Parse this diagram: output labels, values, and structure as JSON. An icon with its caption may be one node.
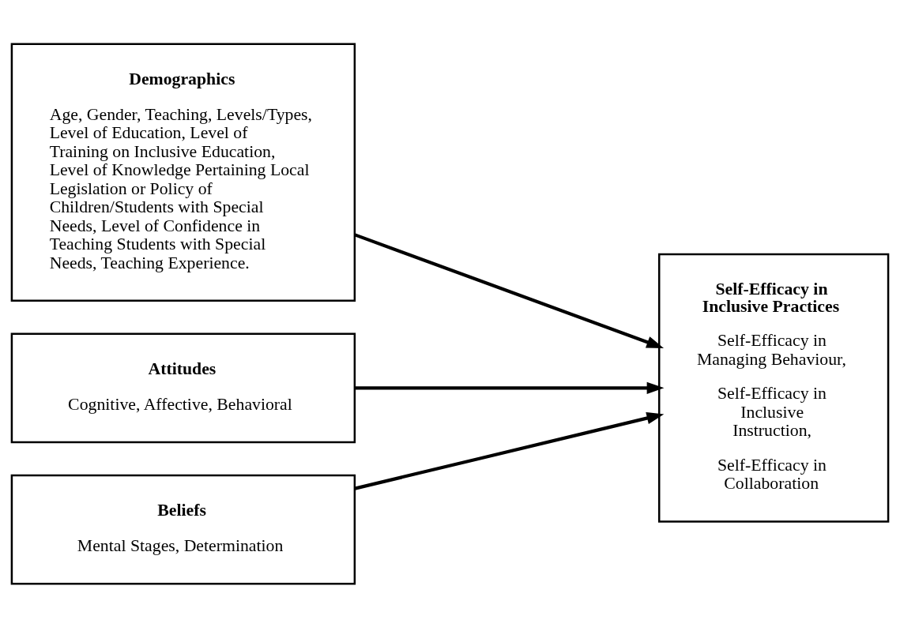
{
  "diagram": {
    "nodes": [
      {
        "text": [
          "Demographics",
          "Age, Gender, Teaching, Levels/Types, Level of Education, Level of Training on Inclusive Education, Level of Knowledge Pertaining Local Legislation or Policy of Children/Students with Special Needs, Level of Confidence in Teaching Students with Special Needs, Teaching Experience."
        ]
      },
      {
        "text": [
          "Attitudes",
          "Cognitive, Affective, Behavioral"
        ]
      },
      {
        "text": [
          "Beliefs",
          "Mental Stages, Determination"
        ]
      },
      {
        "text": [
          "Self-Efficacy in Inclusive Practices",
          "Self-Efficacy in Managing Behaviour,",
          "Self-Efficacy in Inclusive Instruction,",
          "Self-Efficacy in Collaboration"
        ]
      }
    ],
    "edges": [
      {
        "from": 0,
        "to": 3,
        "arrow": "to"
      },
      {
        "from": 1,
        "to": 3,
        "arrow": "to"
      },
      {
        "from": 2,
        "to": 3,
        "arrow": "to"
      }
    ]
  }
}
